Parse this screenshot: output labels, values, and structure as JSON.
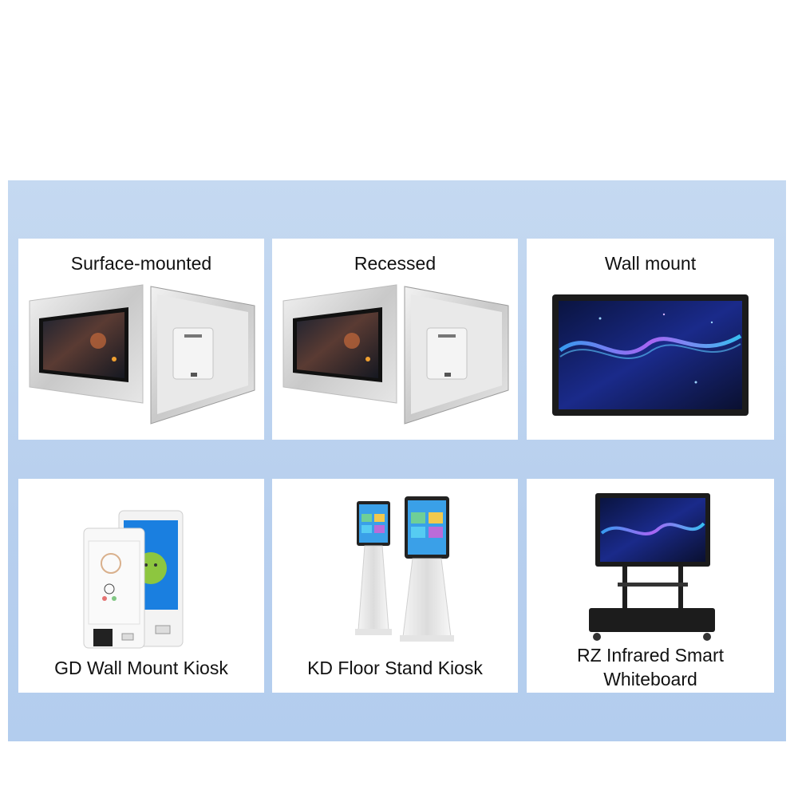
{
  "cards": [
    {
      "label": "Surface-mounted",
      "icon": "surface-mounted-panel-pc-image"
    },
    {
      "label": "Recessed",
      "icon": "recessed-panel-pc-image"
    },
    {
      "label": "Wall mount",
      "icon": "wall-mount-display-image"
    },
    {
      "label": "GD Wall Mount Kiosk",
      "icon": "wall-mount-kiosk-image"
    },
    {
      "label": "KD Floor Stand Kiosk",
      "icon": "floor-stand-kiosk-image"
    },
    {
      "label_line1": "RZ Infrared Smart",
      "label_line2": "Whiteboard",
      "icon": "smart-whiteboard-image"
    }
  ],
  "colors": {
    "panel_bg": "#b9d0ee",
    "card_bg": "#ffffff",
    "label_text": "#111111"
  }
}
